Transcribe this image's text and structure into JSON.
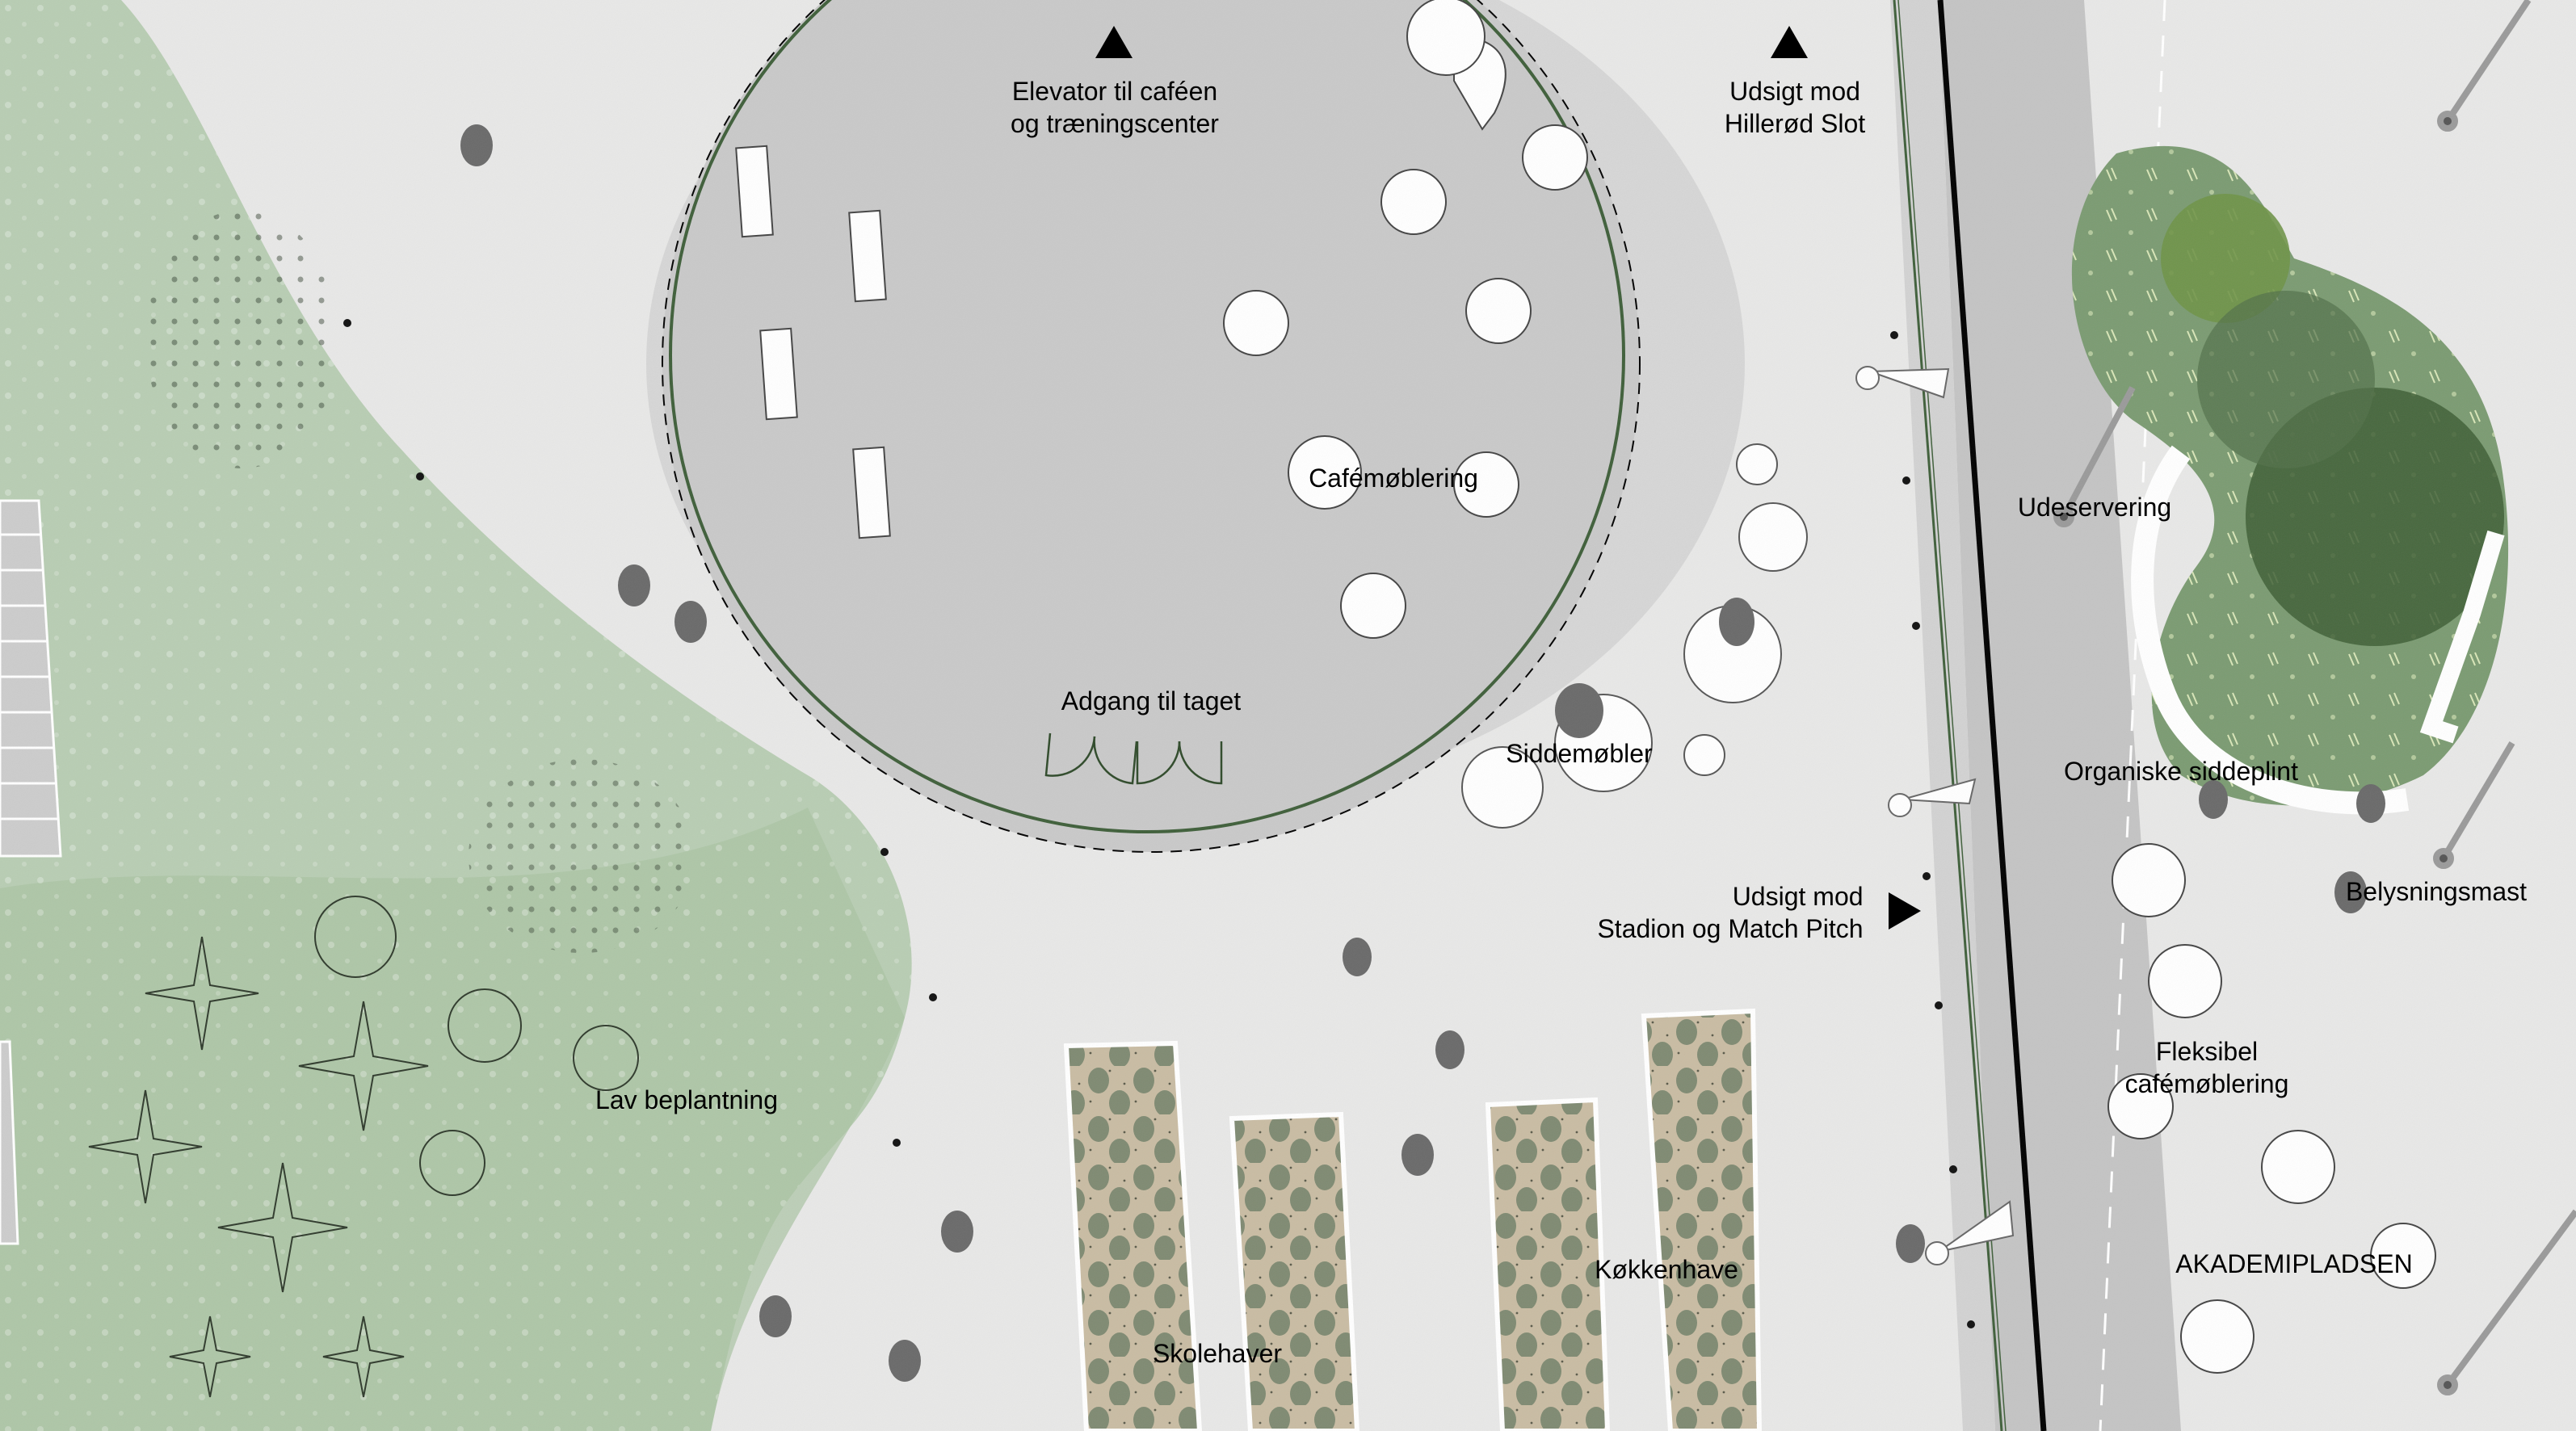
{
  "title": "Site plan – Akademipladsen",
  "colors": {
    "paving": "#e8e8e7",
    "plaza_circle": "#c8c8c8",
    "road": "#c2c2c2",
    "planting_light": "#b9cfb5",
    "planting_dark": "#6f8f68",
    "garden_bed": "#c9bca3",
    "garden_plants": "#7f8a72",
    "line_green": "#3f5f3a",
    "text": "#000000"
  },
  "labels": {
    "elevator": [
      "Elevator til caféen",
      "og træningscenter"
    ],
    "view_castle": [
      "Udsigt mod",
      "Hillerød Slot"
    ],
    "cafe_furniture": "Cafémøblering",
    "roof_access": "Adgang til taget",
    "seating": "Siddemøbler",
    "view_stadium": [
      "Udsigt mod",
      "Stadion og Match Pitch"
    ],
    "outdoor_serving": "Udeservering",
    "organic_plinth": "Organiske siddeplint",
    "light_mast": "Belysningsmast",
    "flexible_cafe": [
      "Fleksibel",
      "cafémøblering"
    ],
    "square_name": "AKADEMIPLADSEN",
    "low_planting": "Lav beplantning",
    "school_gardens": "Skolehaver",
    "kitchen_garden": "Køkkenhave"
  },
  "view_markers": [
    {
      "name": "elevator-arrow",
      "direction": "up"
    },
    {
      "name": "castle-view-arrow",
      "direction": "up"
    },
    {
      "name": "stadium-view-arrow",
      "direction": "right"
    }
  ]
}
